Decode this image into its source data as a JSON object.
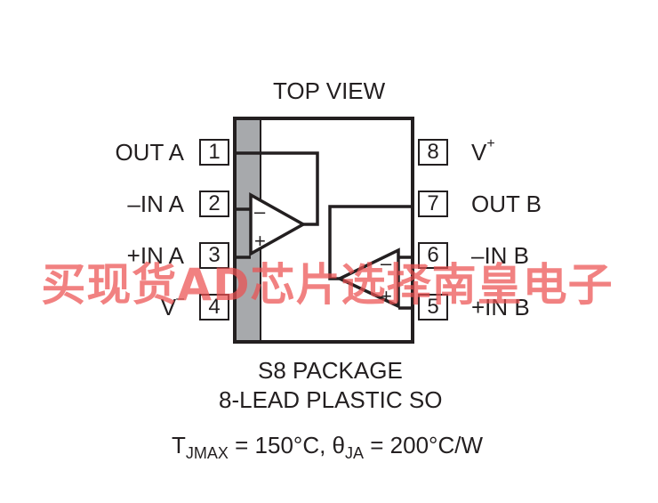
{
  "title": "TOP VIEW",
  "pins_left": [
    {
      "num": "1",
      "label": "OUT A"
    },
    {
      "num": "2",
      "label": "–IN A"
    },
    {
      "num": "3",
      "label": "+IN A"
    },
    {
      "num": "4",
      "label": "V–"
    }
  ],
  "pins_right": [
    {
      "num": "8",
      "label": "V+"
    },
    {
      "num": "7",
      "label": "OUT B"
    },
    {
      "num": "6",
      "label": "–IN B"
    },
    {
      "num": "5",
      "label": "+IN B"
    }
  ],
  "package_line1": "S8 PACKAGE",
  "package_line2": "8-LEAD PLASTIC SO",
  "thermal": {
    "t_main": "T",
    "t_sub": "JMAX",
    "t_value": " = 150°C, ",
    "theta_main": "θ",
    "theta_sub": "JA",
    "theta_value": " = 200°C/W"
  },
  "opamp_signs": {
    "minus": "–",
    "plus": "+"
  },
  "watermark": "买现货AD芯片选择南皇电子",
  "colors": {
    "ink": "#231f20",
    "band": "#a7a9ac",
    "watermark": "#eb5050"
  }
}
